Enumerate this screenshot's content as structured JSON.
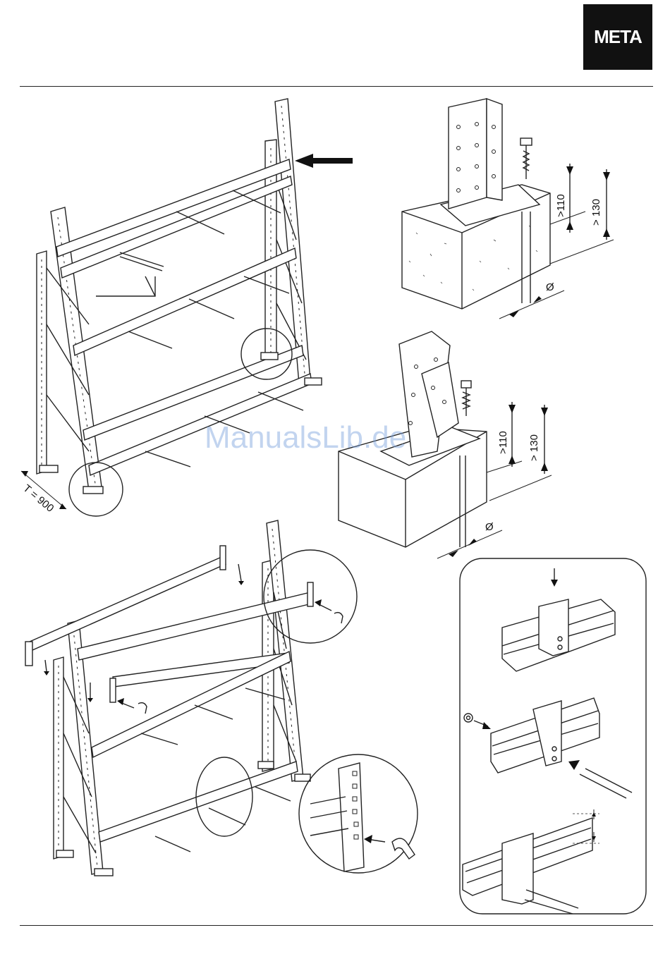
{
  "header": {
    "brand": "META"
  },
  "dimensions": {
    "depth_label": "T = 900",
    "embed_min_label": ">110",
    "block_min_label": "> 130",
    "diameter_symbol": "Ø"
  },
  "watermark": "ManualsLib.de"
}
